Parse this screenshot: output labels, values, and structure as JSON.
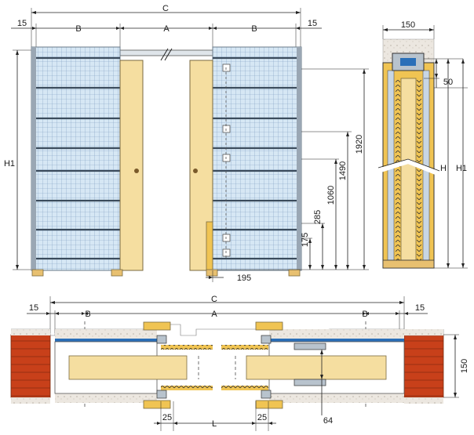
{
  "colors": {
    "door_wood": "#f5dea0",
    "mesh_fill": "#cfe3f2",
    "mesh_line": "#5a7fa6",
    "frame_gray": "#9aa7b4",
    "brick_red": "#c8401a",
    "plaster": "#ebe6df",
    "timber_yellow": "#f0c453",
    "foot_wood": "#e8c070",
    "track_blue": "#2a6fb8",
    "dim_line": "#222222"
  },
  "front_view": {
    "dims_top": {
      "C": "C",
      "A": "A",
      "B_left": "B",
      "B_right": "B",
      "edge_left": "15",
      "edge_right": "15"
    },
    "dims_left": {
      "H1": "H1"
    },
    "dims_right": [
      "1920",
      "1490",
      "1060",
      "285",
      "175"
    ],
    "dim_bottom": "195"
  },
  "section_view": {
    "dim_top": "150",
    "dim_50": "50",
    "dims_right": {
      "H": "H",
      "H1": "H1"
    }
  },
  "plan_view": {
    "dims_top": {
      "C": "C",
      "A": "A",
      "B_left": "B",
      "B_right": "B",
      "edge_left": "15",
      "edge_right": "15"
    },
    "dim_right": "150",
    "dims_bottom": {
      "left_25": "25",
      "L": "L",
      "right_25": "25",
      "v64": "64"
    }
  }
}
